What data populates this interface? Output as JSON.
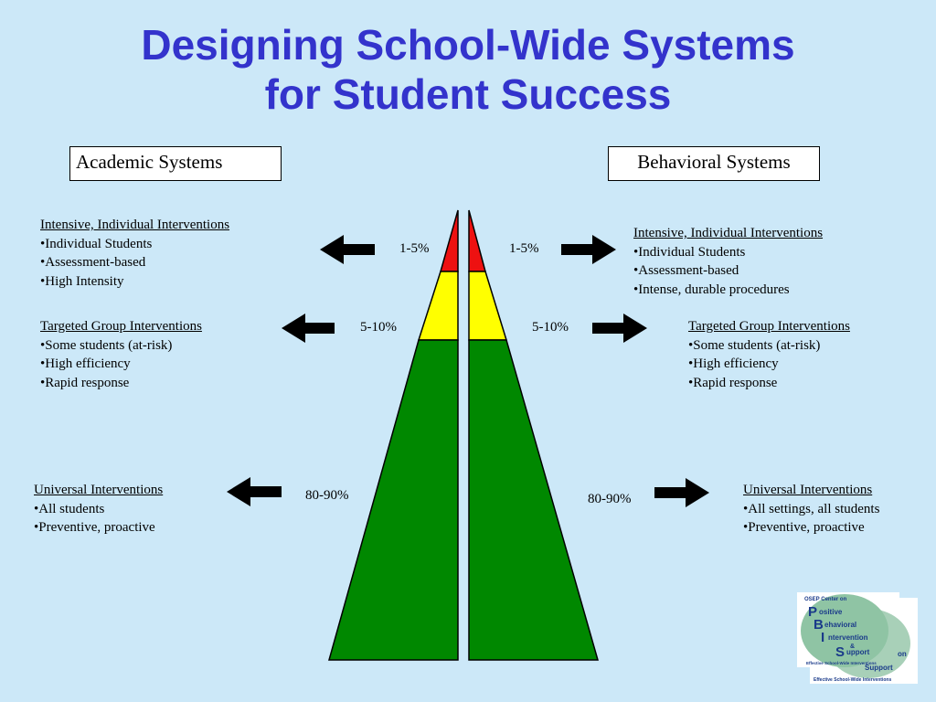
{
  "title": {
    "line1": "Designing School-Wide Systems",
    "line2": "for Student Success"
  },
  "academic": {
    "heading": "Academic Systems",
    "intensive": {
      "title": "Intensive, Individual Interventions",
      "items": [
        "•Individual Students",
        "•Assessment-based",
        "•High Intensity"
      ],
      "percent": "1-5%"
    },
    "targeted": {
      "title": "Targeted Group Interventions",
      "items": [
        "•Some students (at-risk)",
        "•High efficiency",
        "•Rapid response"
      ],
      "percent": "5-10%"
    },
    "universal": {
      "title": "Universal Interventions",
      "items": [
        "•All students",
        "•Preventive,  proactive"
      ],
      "percent": "80-90%"
    }
  },
  "behavioral": {
    "heading": "Behavioral Systems",
    "intensive": {
      "title": "Intensive, Individual Interventions",
      "items": [
        "•Individual Students",
        "•Assessment-based",
        "•Intense, durable procedures"
      ],
      "percent": "1-5%"
    },
    "targeted": {
      "title": "Targeted Group Interventions",
      "items": [
        "•Some students (at-risk)",
        "•High efficiency",
        "•Rapid response"
      ],
      "percent": "5-10%"
    },
    "universal": {
      "title": "Universal Interventions",
      "items": [
        "•All settings, all students",
        "•Preventive,  proactive"
      ],
      "percent": "80-90%"
    }
  },
  "colors": {
    "intensive": "#ee1111",
    "targeted": "#ffff00",
    "universal": "#008800",
    "title": "#3333cc",
    "background": "#cce8f8"
  },
  "logo": {
    "header": "OSEP Center on",
    "line1": "Positive",
    "line2": "Behavioral",
    "line3": "Intervention",
    "line4": "&",
    "line5": "Support",
    "footer": "Effective School-Wide Interventions"
  }
}
